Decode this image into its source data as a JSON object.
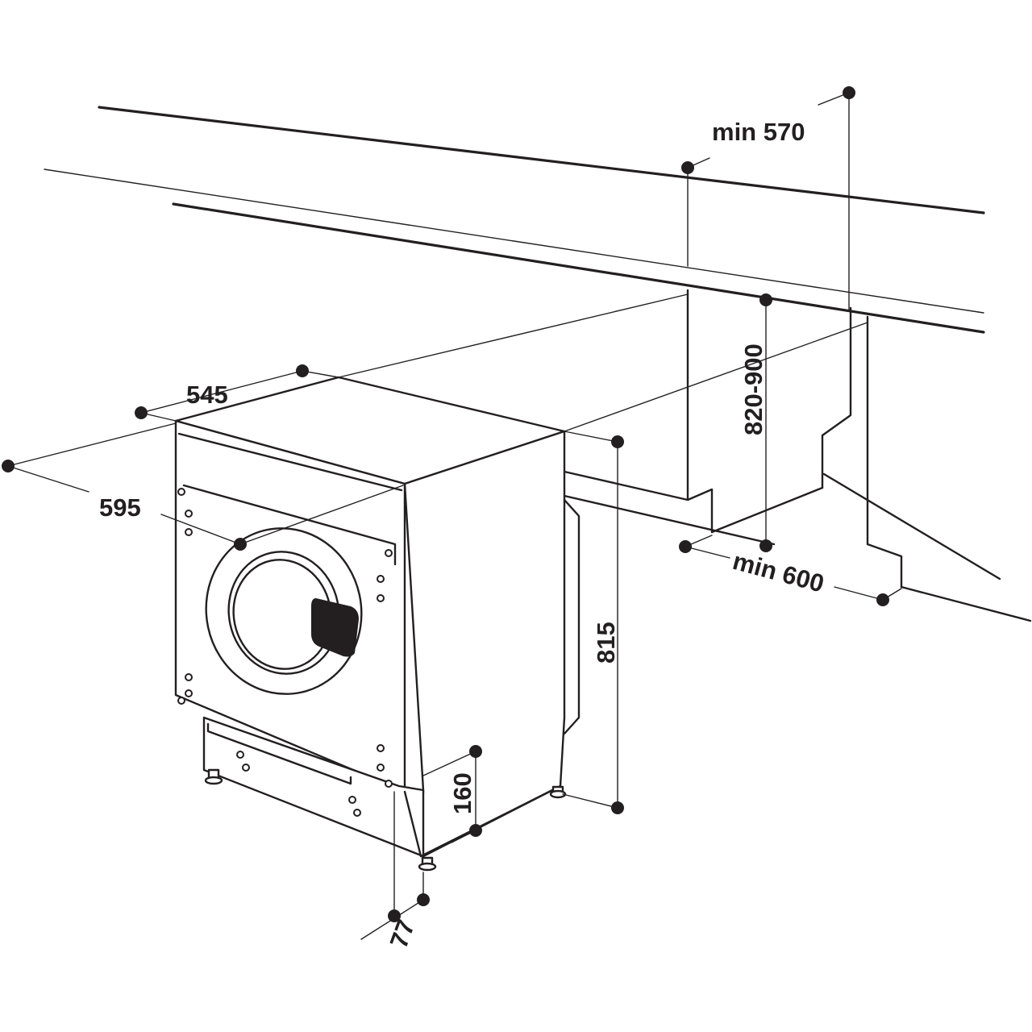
{
  "diagram": {
    "colors": {
      "ink": "#231f20",
      "background": "#ffffff"
    },
    "dimensions": {
      "min_width": "min 570",
      "worktop_height": "820-900",
      "depth": "545",
      "width": "595",
      "height": "815",
      "min_depth": "min 600",
      "plinth_height": "160",
      "door_setback": "77"
    }
  }
}
